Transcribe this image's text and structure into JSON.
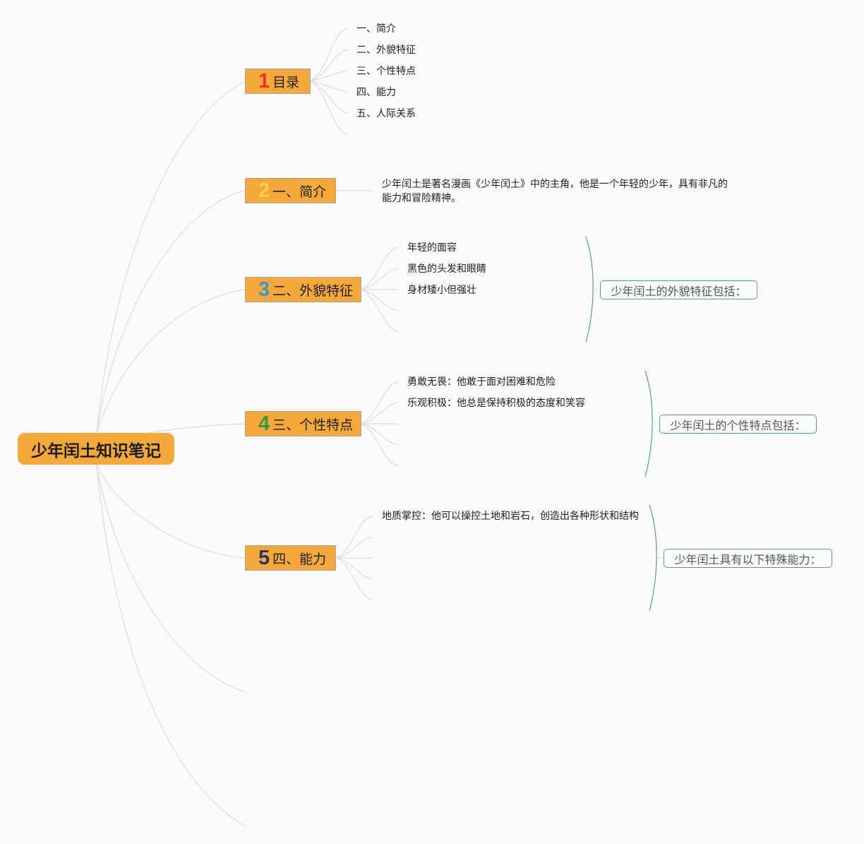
{
  "root": {
    "title": "少年闰土知识笔记"
  },
  "branches": [
    {
      "num": "1",
      "num_color": "#e8332b",
      "label": "目录",
      "leaves": [
        "一、简介",
        "二、外貌特征",
        "三、个性特点",
        "四、能力",
        "五、人际关系"
      ]
    },
    {
      "num": "2",
      "num_color": "#fcd23e",
      "label": "一、简介",
      "leaves": [
        "少年闰土是著名漫画《少年闰土》中的主角，他是一个年轻的少年，具有非凡的能力和冒险精神。"
      ]
    },
    {
      "num": "3",
      "num_color": "#2f9ad6",
      "label": "二、外貌特征",
      "leaves": [
        "年轻的面容",
        "黑色的头发和眼睛",
        "身材矮小但强壮"
      ],
      "summary": "少年闰土的外貌特征包括："
    },
    {
      "num": "4",
      "num_color": "#3a9a3a",
      "label": "三、个性特点",
      "leaves": [
        "勇敢无畏：他敢于面对困难和危险",
        "乐观积极：他总是保持积极的态度和笑容"
      ],
      "summary": "少年闰土的个性特点包括："
    },
    {
      "num": "5",
      "num_color": "#23376e",
      "label": "四、能力",
      "leaves": [
        "地质掌控：他可以操控土地和岩石，创造出各种形状和结构"
      ],
      "summary": "少年闰土具有以下特殊能力："
    }
  ],
  "colors": {
    "node_fill": "#f4a93a",
    "summary_border": "#5a9f8a",
    "connector": "#dcdcdc",
    "background": "#fbfbfb"
  }
}
